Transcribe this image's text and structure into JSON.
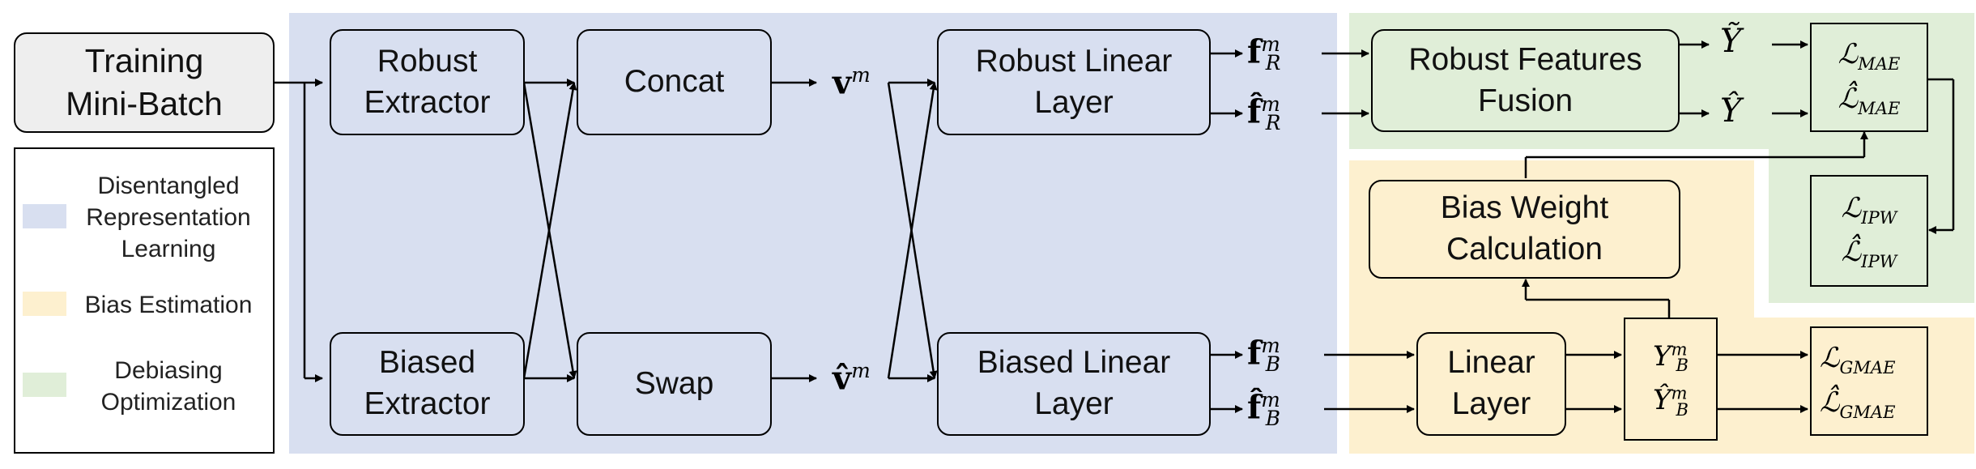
{
  "colors": {
    "disentangled": "#d8dff0",
    "bias": "#fdf0cf",
    "debias": "#e0eed8",
    "input_box": "#eeeeee"
  },
  "inputs": {
    "training": "Training\nMini-Batch"
  },
  "legend": {
    "disentangled": "Disentangled\nRepresentation\nLearning",
    "bias": "Bias Estimation",
    "debias": "Debiasing\nOptimization"
  },
  "boxes": {
    "robust_extractor": "Robust\nExtractor",
    "biased_extractor": "Biased\nExtractor",
    "concat": "Concat",
    "swap": "Swap",
    "robust_linear": "Robust Linear\nLayer",
    "biased_linear": "Biased Linear\nLayer",
    "robust_fusion": "Robust Features\nFusion",
    "bias_weight": "Bias Weight\nCalculation",
    "linear_layer": "Linear\nLayer"
  },
  "math": {
    "v": "v",
    "v_sup": "m",
    "vhat": "v̂",
    "fR": "f",
    "fR_sup": "m",
    "fR_sub": "R",
    "fRhat": "f̂",
    "fB": "f",
    "fB_sup": "m",
    "fB_sub": "B",
    "fBhat": "f̂",
    "Ytilde": "Ỹ",
    "Yhat": "Ŷ",
    "YB": "Y",
    "YBhat": "Ŷ",
    "L_mae": "ℒ",
    "L_mae_sub": "MAE",
    "L_ipw_sub": "IPW",
    "L_gmae_sub": "GMAE",
    "L_hat": "ℒ̂"
  }
}
